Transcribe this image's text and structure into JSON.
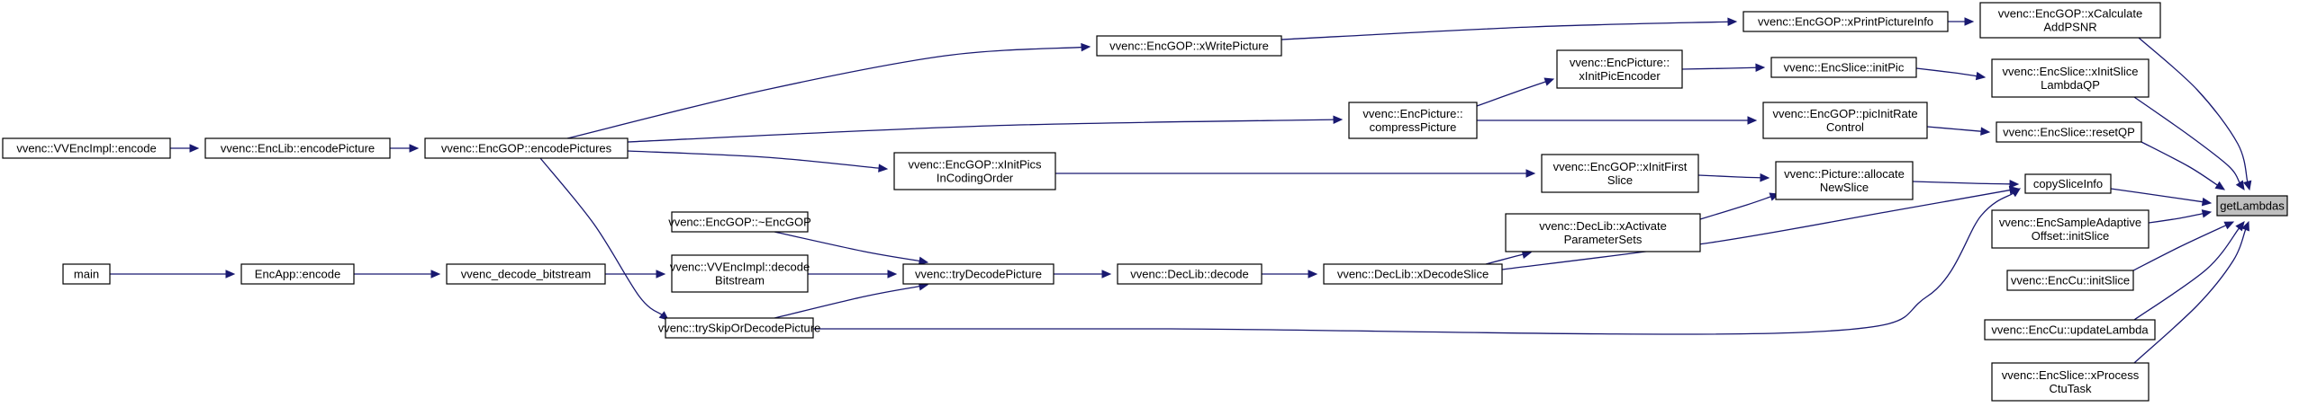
{
  "diagram": {
    "nodes": [
      {
        "id": "getLambdas",
        "lines": [
          "getLambdas"
        ],
        "target": true
      },
      {
        "id": "copySliceInfo",
        "lines": [
          "copySliceInfo"
        ]
      },
      {
        "id": "xCalcPSNR",
        "lines": [
          "vvenc::EncGOP::xCalculate",
          "AddPSNR"
        ]
      },
      {
        "id": "xInitSliceLambdaQP",
        "lines": [
          "vvenc::EncSlice::xInitSlice",
          "LambdaQP"
        ]
      },
      {
        "id": "resetQP",
        "lines": [
          "vvenc::EncSlice::resetQP"
        ]
      },
      {
        "id": "saoInitSlice",
        "lines": [
          "vvenc::EncSampleAdaptive",
          "Offset::initSlice"
        ]
      },
      {
        "id": "cuInitSlice",
        "lines": [
          "vvenc::EncCu::initSlice"
        ]
      },
      {
        "id": "updateLambda",
        "lines": [
          "vvenc::EncCu::updateLambda"
        ]
      },
      {
        "id": "xProcessCtuTask",
        "lines": [
          "vvenc::EncSlice::xProcess",
          "CtuTask"
        ]
      },
      {
        "id": "xPrintPictureInfo",
        "lines": [
          "vvenc::EncGOP::xPrintPictureInfo"
        ]
      },
      {
        "id": "initPic",
        "lines": [
          "vvenc::EncSlice::initPic"
        ]
      },
      {
        "id": "picInitRateControl",
        "lines": [
          "vvenc::EncGOP::picInitRate",
          "Control"
        ]
      },
      {
        "id": "allocateNewSlice",
        "lines": [
          "vvenc::Picture::allocate",
          "NewSlice"
        ]
      },
      {
        "id": "xWritePicture",
        "lines": [
          "vvenc::EncGOP::xWritePicture"
        ]
      },
      {
        "id": "xInitPicEncoder",
        "lines": [
          "vvenc::EncPicture::",
          "xInitPicEncoder"
        ]
      },
      {
        "id": "compressPicture",
        "lines": [
          "vvenc::EncPicture::",
          "compressPicture"
        ]
      },
      {
        "id": "xInitFirstSlice",
        "lines": [
          "vvenc::EncGOP::xInitFirst",
          "Slice"
        ]
      },
      {
        "id": "xActivateParameterSets",
        "lines": [
          "vvenc::DecLib::xActivate",
          "ParameterSets"
        ]
      },
      {
        "id": "xDecodeSlice",
        "lines": [
          "vvenc::DecLib::xDecodeSlice"
        ]
      },
      {
        "id": "decLibDecode",
        "lines": [
          "vvenc::DecLib::decode"
        ]
      },
      {
        "id": "tryDecodePicture",
        "lines": [
          "vvenc::tryDecodePicture"
        ]
      },
      {
        "id": "xInitPicsInCodingOrder",
        "lines": [
          "vvenc::EncGOP::xInitPics",
          "InCodingOrder"
        ]
      },
      {
        "id": "encGOPDestructor",
        "lines": [
          "vvenc::EncGOP::~EncGOP"
        ]
      },
      {
        "id": "vvencImplDecodeBitstream",
        "lines": [
          "vvenc::VVEncImpl::decode",
          "Bitstream"
        ]
      },
      {
        "id": "trySkipOrDecodePicture",
        "lines": [
          "vvenc::trySkipOrDecodePicture"
        ]
      },
      {
        "id": "encodePictures",
        "lines": [
          "vvenc::EncGOP::encodePictures"
        ]
      },
      {
        "id": "vvencDecodeBitstream",
        "lines": [
          "vvenc_decode_bitstream"
        ]
      },
      {
        "id": "encodePicture",
        "lines": [
          "vvenc::EncLib::encodePicture"
        ]
      },
      {
        "id": "encAppEncode",
        "lines": [
          "EncApp::encode"
        ]
      },
      {
        "id": "vvencImplEncode",
        "lines": [
          "vvenc::VVEncImpl::encode"
        ]
      },
      {
        "id": "main",
        "lines": [
          "main"
        ]
      }
    ],
    "edges": [
      {
        "from": "copySliceInfo",
        "to": "getLambdas"
      },
      {
        "from": "xCalcPSNR",
        "to": "getLambdas"
      },
      {
        "from": "xInitSliceLambdaQP",
        "to": "getLambdas"
      },
      {
        "from": "resetQP",
        "to": "getLambdas"
      },
      {
        "from": "saoInitSlice",
        "to": "getLambdas"
      },
      {
        "from": "cuInitSlice",
        "to": "getLambdas"
      },
      {
        "from": "updateLambda",
        "to": "getLambdas"
      },
      {
        "from": "xProcessCtuTask",
        "to": "getLambdas"
      },
      {
        "from": "xPrintPictureInfo",
        "to": "xCalcPSNR"
      },
      {
        "from": "initPic",
        "to": "xInitSliceLambdaQP"
      },
      {
        "from": "picInitRateControl",
        "to": "resetQP"
      },
      {
        "from": "allocateNewSlice",
        "to": "copySliceInfo"
      },
      {
        "from": "xDecodeSlice",
        "to": "copySliceInfo"
      },
      {
        "from": "trySkipOrDecodePicture",
        "to": "copySliceInfo"
      },
      {
        "from": "xWritePicture",
        "to": "xPrintPictureInfo"
      },
      {
        "from": "xInitPicEncoder",
        "to": "initPic"
      },
      {
        "from": "compressPicture",
        "to": "picInitRateControl"
      },
      {
        "from": "compressPicture",
        "to": "xInitPicEncoder"
      },
      {
        "from": "xInitFirstSlice",
        "to": "allocateNewSlice"
      },
      {
        "from": "xActivateParameterSets",
        "to": "allocateNewSlice"
      },
      {
        "from": "xDecodeSlice",
        "to": "xActivateParameterSets"
      },
      {
        "from": "decLibDecode",
        "to": "xDecodeSlice"
      },
      {
        "from": "tryDecodePicture",
        "to": "decLibDecode"
      },
      {
        "from": "xInitPicsInCodingOrder",
        "to": "xInitFirstSlice"
      },
      {
        "from": "encodePictures",
        "to": "xWritePicture"
      },
      {
        "from": "encodePictures",
        "to": "compressPicture"
      },
      {
        "from": "encodePictures",
        "to": "xInitPicsInCodingOrder"
      },
      {
        "from": "encodePictures",
        "to": "trySkipOrDecodePicture"
      },
      {
        "from": "encGOPDestructor",
        "to": "tryDecodePicture"
      },
      {
        "from": "vvencImplDecodeBitstream",
        "to": "tryDecodePicture"
      },
      {
        "from": "trySkipOrDecodePicture",
        "to": "tryDecodePicture"
      },
      {
        "from": "vvencDecodeBitstream",
        "to": "vvencImplDecodeBitstream"
      },
      {
        "from": "encodePicture",
        "to": "encodePictures"
      },
      {
        "from": "encAppEncode",
        "to": "vvencDecodeBitstream"
      },
      {
        "from": "vvencImplEncode",
        "to": "encodePicture"
      },
      {
        "from": "main",
        "to": "encAppEncode"
      }
    ],
    "colors": {
      "edge": "#191970",
      "node_border": "#000000",
      "target_fill": "#bfbfbf"
    }
  }
}
